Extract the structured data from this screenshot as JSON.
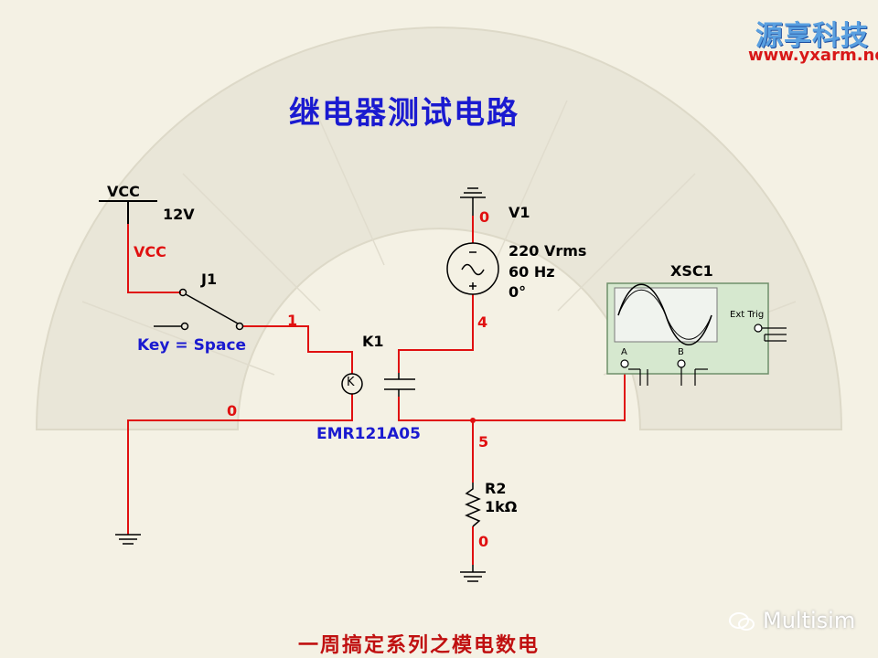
{
  "slide": {
    "title": "继电器测试电路",
    "logo_cn": "源享科技",
    "logo_url": "www.yxarm.net",
    "footer": "一周搞定系列之模电数电",
    "watermark": "Multisim"
  },
  "circuit": {
    "vcc": {
      "name": "VCC",
      "value": "12V",
      "net_label": "VCC"
    },
    "switch": {
      "name": "J1",
      "key": "Key = Space"
    },
    "relay": {
      "name": "K1",
      "part": "EMR121A05",
      "coil_symbol": "K"
    },
    "source": {
      "name": "V1",
      "amplitude": "220 Vrms",
      "frequency": "60 Hz",
      "phase": "0°"
    },
    "resistor": {
      "name": "R2",
      "value": "1kΩ"
    },
    "scope": {
      "name": "XSC1",
      "trig_label": "Ext Trig",
      "ch_a": "A",
      "ch_b": "B"
    },
    "nodes": {
      "n1": "1",
      "n0_left": "0",
      "n0_top": "0",
      "n4": "4",
      "n5": "5",
      "n0_bottom": "0"
    }
  },
  "colors": {
    "wire": "#e01010",
    "component": "#000000",
    "title": "#1a1ad0",
    "footer": "#c01010"
  }
}
